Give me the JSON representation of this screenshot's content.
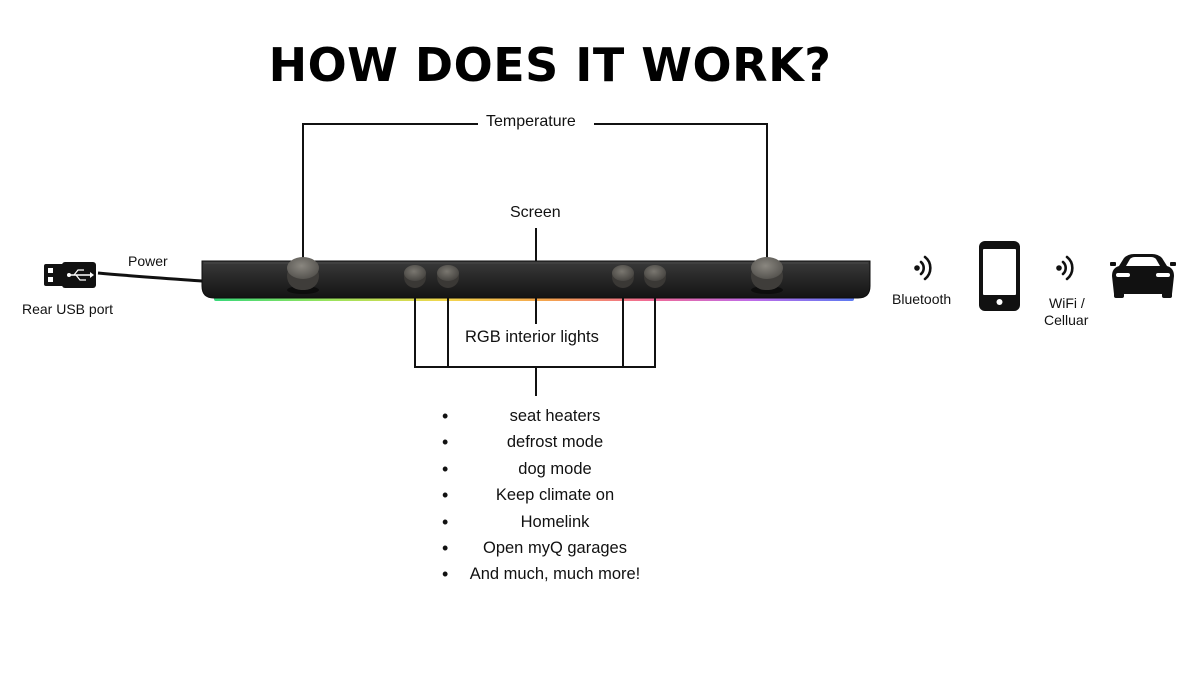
{
  "title": "HOW DOES IT WORK?",
  "labels": {
    "temperature": "Temperature",
    "screen": "Screen",
    "power": "Power",
    "rear_usb": "Rear USB port",
    "rgb": "RGB interior lights",
    "bluetooth": "Bluetooth",
    "wifi_line1": "WiFi /",
    "wifi_line2": "Celluar"
  },
  "features": [
    "seat heaters",
    "defrost mode",
    "dog mode",
    "Keep climate on",
    "Homelink",
    "Open myQ garages",
    "And much, much more!"
  ],
  "icons": {
    "usb": "usb-plug-icon",
    "bluetooth_signal": "signal-waves-icon",
    "phone": "smartphone-icon",
    "wifi_signal": "signal-waves-icon",
    "car": "car-icon"
  },
  "colors": {
    "device_body": "#262626",
    "knob": "#6b6862",
    "line": "#111111"
  }
}
